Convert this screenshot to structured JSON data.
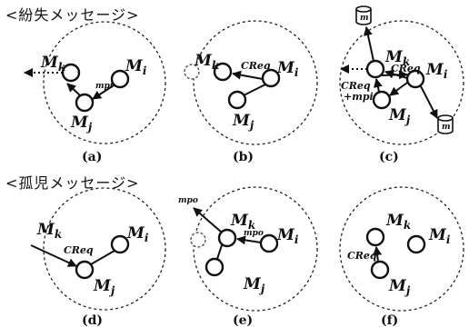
{
  "sections": {
    "lost": "<紛失メッセージ>",
    "orphan": "<孤児メッセージ>"
  },
  "panels": {
    "a": {
      "caption": "(a)",
      "mk": "M",
      "mk_sub": "k",
      "mi": "M",
      "mi_sub": "i",
      "mj": "M",
      "mj_sub": "j",
      "msg": "mpi"
    },
    "b": {
      "caption": "(b)",
      "mk": "M",
      "mk_sub": "k",
      "mi": "M",
      "mi_sub": "i",
      "mj": "M",
      "mj_sub": "j",
      "creq": "CReq"
    },
    "c": {
      "caption": "(c)",
      "mk": "M",
      "mk_sub": "k",
      "mi": "M",
      "mi_sub": "i",
      "mj": "M",
      "mj_sub": "j",
      "creq": "CReq",
      "creq2": "CReq",
      "plus_mpi": "+mpi",
      "db": "m"
    },
    "d": {
      "caption": "(d)",
      "mk": "M",
      "mk_sub": "k",
      "mi": "M",
      "mi_sub": "i",
      "mj": "M",
      "mj_sub": "j",
      "creq": "CReq"
    },
    "e": {
      "caption": "(e)",
      "mk": "M",
      "mk_sub": "k",
      "mi": "M",
      "mi_sub": "i",
      "mj": "M",
      "mj_sub": "j",
      "mpo_out": "mpo",
      "mpo_in": "mpo"
    },
    "f": {
      "caption": "(f)",
      "mk": "M",
      "mk_sub": "k",
      "mi": "M",
      "mi_sub": "i",
      "mj": "M",
      "mj_sub": "j",
      "creq": "CReq"
    }
  }
}
